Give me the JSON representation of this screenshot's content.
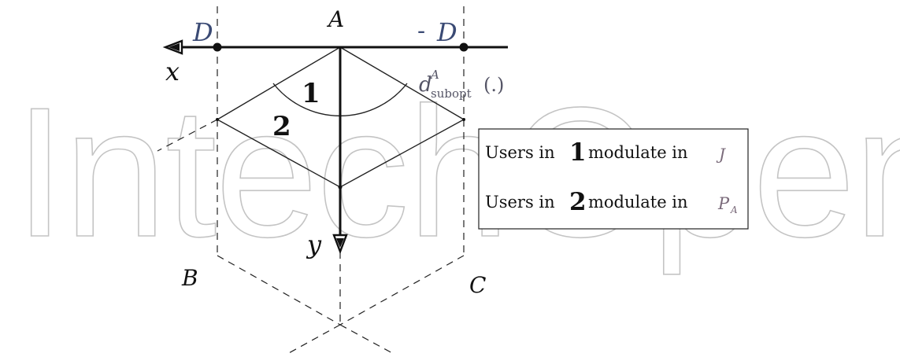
{
  "watermark": "IntechOpen",
  "axis": {
    "x_label": "x",
    "y_label": "y"
  },
  "points": {
    "A": "A",
    "B": "B",
    "C": "C",
    "D_left": "D",
    "D_right_minus": "-",
    "D_right": "D"
  },
  "regions": {
    "region_1": "1",
    "region_2": "2"
  },
  "curve_label": {
    "symbol": "d",
    "superscript": "A",
    "subscript": "subopt",
    "argument": "(.)"
  },
  "legend": {
    "row_1": {
      "prefix": "Users in",
      "number": "1",
      "suffix": "modulate in",
      "symbol": "J"
    },
    "row_2": {
      "prefix": "Users in",
      "number": "2",
      "suffix": "modulate in",
      "symbol": "P",
      "symbol_sub": "A"
    }
  }
}
